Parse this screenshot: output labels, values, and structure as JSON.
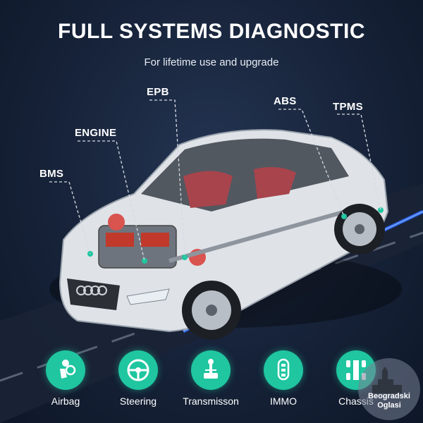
{
  "header": {
    "title": "FULL SYSTEMS DIAGNOSTIC",
    "subtitle": "For lifetime use and upgrade"
  },
  "callouts": [
    {
      "id": "bms",
      "label": "BMS"
    },
    {
      "id": "engine",
      "label": "ENGINE"
    },
    {
      "id": "epb",
      "label": "EPB"
    },
    {
      "id": "abs",
      "label": "ABS"
    },
    {
      "id": "tpms",
      "label": "TPMS"
    }
  ],
  "features": [
    {
      "label": "Airbag",
      "icon": "airbag-icon"
    },
    {
      "label": "Steering",
      "icon": "steering-wheel-icon"
    },
    {
      "label": "Transmisson",
      "icon": "gear-shift-icon"
    },
    {
      "label": "IMMO",
      "icon": "car-key-icon"
    },
    {
      "label": "Chassis",
      "icon": "chassis-icon"
    }
  ],
  "watermark": {
    "line1": "Beogradski",
    "line2": "Oglasi"
  },
  "colors": {
    "accent": "#1fc6a0",
    "background": "#162238",
    "road_glow": "#2f6bff"
  }
}
